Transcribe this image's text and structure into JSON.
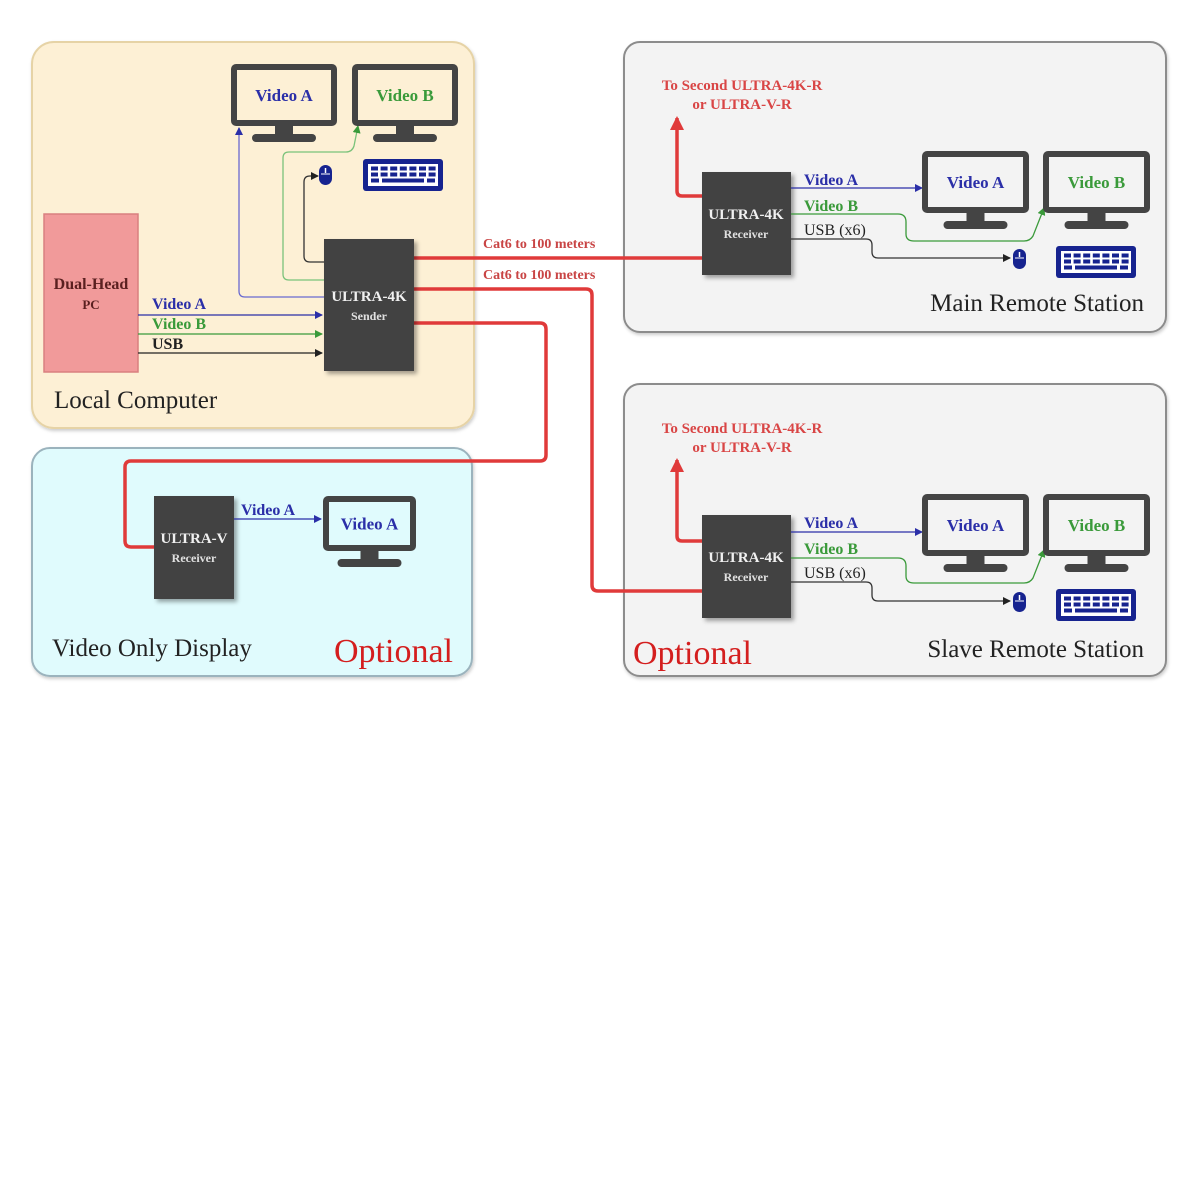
{
  "colors": {
    "local_bg": "#fdf0d5",
    "local_border": "#e6d3a6",
    "video_only_bg": "#e0fbfd",
    "video_only_border": "#9bb3bd",
    "remote_bg": "#f3f3f3",
    "remote_border": "#8c8c8c",
    "device_fill": "#424242",
    "pc_fill": "#f19a9a",
    "pc_border": "#d98080",
    "cable_red": "#e03a3a",
    "video_a": "#2b2fa8",
    "video_b": "#3a9a3a",
    "usb": "#222222",
    "optional_red": "#d41e1e",
    "peripheral_blue": "#16238f",
    "monitor_frame": "#444444"
  },
  "local_computer": {
    "title": "Local Computer",
    "pc": {
      "line1": "Dual-Head",
      "line2": "PC"
    },
    "links": [
      "Video A",
      "Video B",
      "USB"
    ],
    "sender": {
      "line1": "ULTRA-4K",
      "line2": "Sender"
    },
    "monitors": [
      "Video A",
      "Video B"
    ],
    "peripherals": [
      "mouse-icon",
      "keyboard-icon"
    ]
  },
  "cables": {
    "label_1": "Cat6 to 100 meters",
    "label_2": "Cat6 to 100 meters"
  },
  "main_remote": {
    "title": "Main Remote Station",
    "forward_line1": "To Second ULTRA-4K-R",
    "forward_line2": "or ULTRA-V-R",
    "receiver": {
      "line1": "ULTRA-4K",
      "line2": "Receiver"
    },
    "links": [
      "Video A",
      "Video B",
      "USB (x6)"
    ],
    "monitors": [
      "Video A",
      "Video B"
    ]
  },
  "slave_remote": {
    "title": "Slave Remote Station",
    "optional": "Optional",
    "forward_line1": "To Second ULTRA-4K-R",
    "forward_line2": "or ULTRA-V-R",
    "receiver": {
      "line1": "ULTRA-4K",
      "line2": "Receiver"
    },
    "links": [
      "Video A",
      "Video B",
      "USB (x6)"
    ],
    "monitors": [
      "Video A",
      "Video B"
    ]
  },
  "video_only": {
    "title": "Video Only Display",
    "optional": "Optional",
    "receiver": {
      "line1": "ULTRA-V",
      "line2": "Receiver"
    },
    "link": "Video A",
    "monitor": "Video A"
  }
}
